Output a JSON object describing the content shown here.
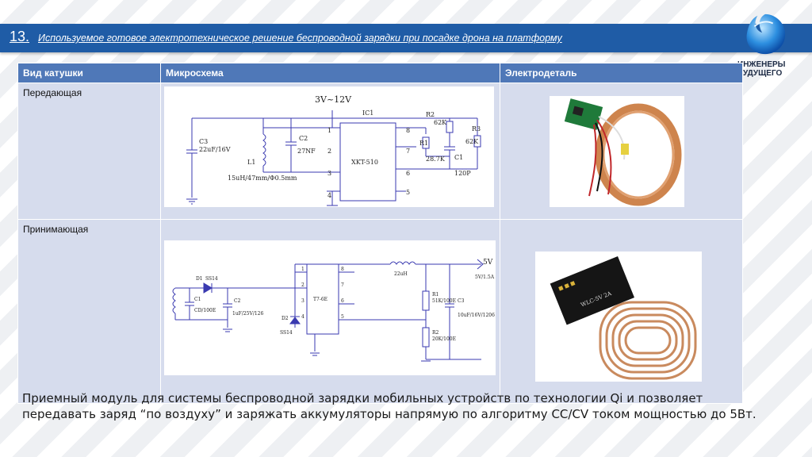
{
  "header": {
    "number": "13.",
    "title": "Используемое готовое электротехническое решение беспроводной зарядки при посадке дрона на платформу"
  },
  "logo": {
    "line1": "ИНЖЕНЕРЫ",
    "line2": "БУДУЩЕГО"
  },
  "table": {
    "columns": [
      "Вид катушки",
      "Микросхема",
      "Электродеталь"
    ],
    "rows": [
      {
        "coil_type": "Передающая"
      },
      {
        "coil_type": "Принимающая"
      }
    ]
  },
  "schematic_tx": {
    "supply": "3V~12V",
    "ic_ref": "IC1",
    "ic_name": "XKT-510",
    "c3": "C3",
    "c3_val": "22uF/16V",
    "l1": "L1",
    "l1_val": "15uH/47mm/Φ0.5mm",
    "c2": "C2",
    "c2_val": "27NF",
    "r2": "R2",
    "r2_val": "62K",
    "r1": "R1",
    "r1_val": "28.7K",
    "c1": "C1",
    "c1_val": "120P",
    "r3": "R3",
    "r3_val": "62K",
    "pins": [
      "1",
      "2",
      "3",
      "4",
      "5",
      "6",
      "7",
      "8"
    ]
  },
  "schematic_rx": {
    "out_label": "5V",
    "out_sub": "5V/1.5A",
    "ic_name": "T7-6E",
    "d1": "D1",
    "d1_val": "SS14",
    "d2": "D2",
    "d2_val": "SS14",
    "l": "22uH",
    "c_in": "C1",
    "c_in_val": "CD/100E",
    "c2": "C2",
    "c2_val": "1uF/25V/126",
    "r1": "R1",
    "r1_val": "51K/100E",
    "r2": "R2",
    "r2_val": "20K/100E",
    "c3": "C3",
    "c3_val": "10uF/16V/1206",
    "pins": [
      "1",
      "2",
      "3",
      "4",
      "5",
      "6",
      "7",
      "8"
    ]
  },
  "photo_rx": {
    "module_text": "WLC-5V 2A"
  },
  "description": "Приемный модуль для системы беспроводной зарядки мобильных устройств по технологии Qi и позволяет передавать заряд “по воздуху” и заряжать аккумуляторы напрямую по алгоритму CC/CV током мощностью до 5Вт."
}
